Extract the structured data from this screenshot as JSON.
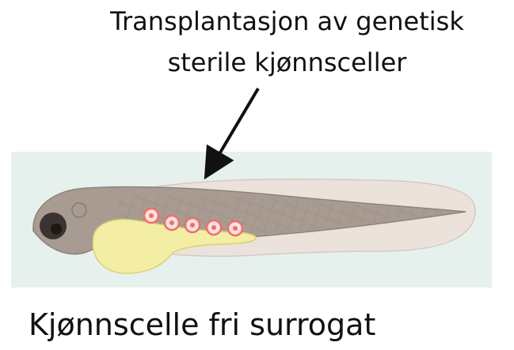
{
  "diagram": {
    "label_line_1": "Transplantasjon av genetisk",
    "label_line_2": "sterile kjønnsceller",
    "caption": "Kjønnscelle fri surrogat",
    "colors": {
      "panel_background": "#e6f1ee",
      "fish_body": "#a89c92",
      "fin_fold": "#ece2dc",
      "yolk": "#f3eea4",
      "eye": "#3a3330",
      "germ_cell": "#f26b6b",
      "arrow": "#111111"
    },
    "icons": [
      "zebrafish-larva",
      "germ-cell",
      "arrow"
    ],
    "germ_cell_count": 5
  }
}
